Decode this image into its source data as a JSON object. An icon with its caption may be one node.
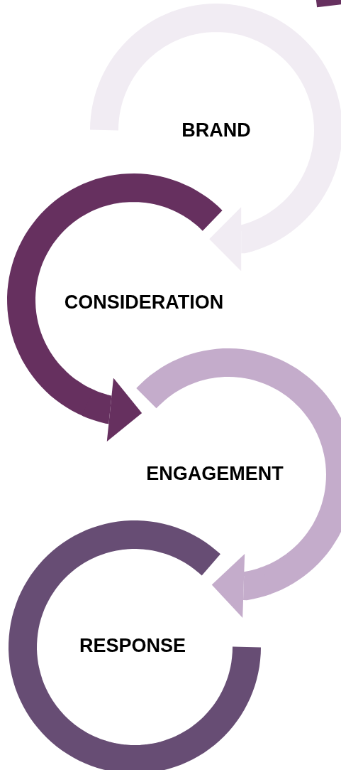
{
  "diagram": {
    "nodes": [
      {
        "text": [
          "BRAND"
        ]
      },
      {
        "text": [
          "CONSIDERATION"
        ]
      },
      {
        "text": [
          "ENGAGEMENT"
        ]
      },
      {
        "text": [
          "RESPONSE"
        ]
      }
    ],
    "edges": [
      {
        "from": null,
        "to": 0,
        "arrow": "to",
        "color": "#66305f"
      },
      {
        "from": 0,
        "to": 1,
        "arrow": "to",
        "color": "#f1ecf3"
      },
      {
        "from": 1,
        "to": 2,
        "arrow": "to",
        "color": "#66305f"
      },
      {
        "from": 2,
        "to": 3,
        "arrow": "to",
        "color": "#c4accb"
      }
    ]
  }
}
